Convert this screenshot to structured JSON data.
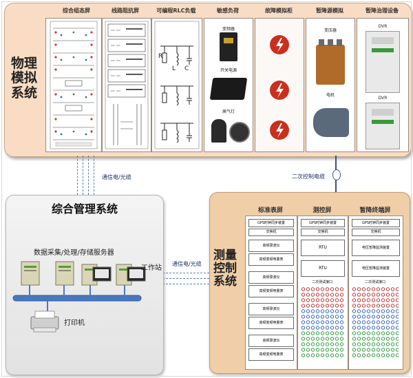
{
  "physical_system": {
    "label": "物理\n模拟\n系统",
    "columns": [
      {
        "title": "综合组态屏"
      },
      {
        "title": "线路阻抗屏"
      },
      {
        "title": "可编程RLC负载",
        "rlc_letters": [
          "R",
          "L",
          "C"
        ]
      },
      {
        "title": "敏感负荷",
        "captions": [
          "变频器",
          "开关电源",
          "高气灯"
        ]
      },
      {
        "title": "故障模拟柜"
      },
      {
        "title": "暂降源模拟",
        "captions": [
          "变压器",
          "电机"
        ]
      },
      {
        "title": "暂降治理设备",
        "captions": [
          "DVR",
          "DVR"
        ]
      }
    ]
  },
  "links": {
    "comm_left": "通信电/光缆",
    "secondary_cable": "二次控制电缆",
    "comm_mid": "通信电/光缆"
  },
  "management": {
    "title": "综合管理系统",
    "server_label": "数据采集/处理/存储服务器",
    "workstation_label": "工作站",
    "printer_label": "打印机"
  },
  "measurement": {
    "label": "测量\n控制\n系统",
    "screens": [
      {
        "title": "标准表屏",
        "top": "GPS时钟同步装置",
        "rows": [
          "交换机",
          "高频录波仪",
          "高频变频电量表",
          "高频录波仪",
          "高频变频电量表",
          "高频录波仪",
          "高频变频电量表",
          "高频录波仪",
          "高频变频电量表"
        ]
      },
      {
        "title": "测控屏",
        "top": "GPS时钟同步装置",
        "rows": [
          "交换机",
          "RTU",
          "RTU",
          "二次测试接口"
        ]
      },
      {
        "title": "暂降终端屏",
        "top": "GPS时钟同步装置",
        "rows": [
          "交换机",
          "电压暂降监测装置",
          "电压暂降监测装置",
          "二次测试接口"
        ]
      }
    ]
  },
  "colors": {
    "phys_bg": "#f8dcc4",
    "meas_bg": "#f0cfa8",
    "mgmt_bg": "#ececec",
    "bus": "#4a78c0"
  }
}
